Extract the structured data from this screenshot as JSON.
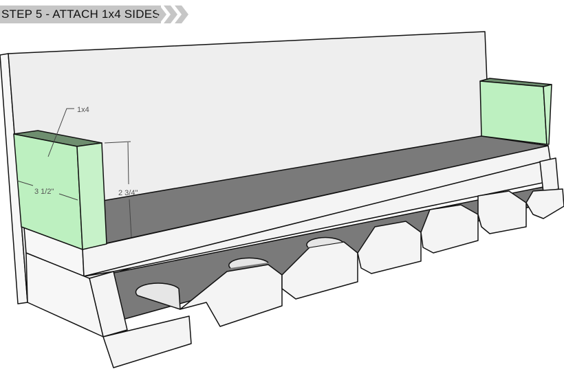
{
  "header": {
    "title": "STEP 5 - ATTACH 1x4 SIDES"
  },
  "annotations": {
    "board": "1x4",
    "width": "3 1/2\"",
    "height": "2 3/4\""
  },
  "colors": {
    "banner": "#c6c6c6",
    "green": "#bdf0c0",
    "green_top": "#6e8e6f",
    "gray": "#7a7a7a",
    "face": "#f2f2f2"
  }
}
